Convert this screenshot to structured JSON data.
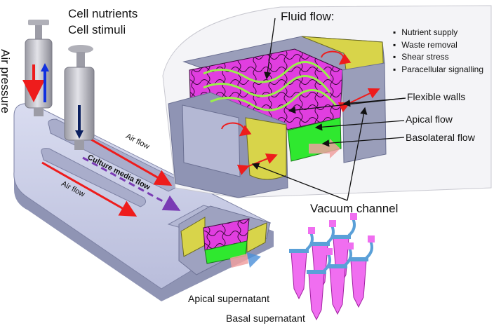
{
  "labels": {
    "cell_nutrients": "Cell nutrients",
    "cell_stimuli": "Cell stimuli",
    "air_pressure": "Air pressure",
    "fluid_flow": "Fluid flow:",
    "flexible_walls": "Flexible walls",
    "apical_flow": "Apical flow",
    "basolateral_flow": "Basolateral flow",
    "vacuum_channel": "Vacuum channel",
    "air_flow_top": "Air flow",
    "air_flow_bottom": "Air flow",
    "culture_media_flow": "Culture media flow",
    "apical_supernatant": "Apical supernatant",
    "basal_supernatant": "Basal supernatant"
  },
  "fluid_flow_items": [
    "Nutrient supply",
    "Waste removal",
    "Shear stress",
    "Paracellular signalling"
  ],
  "colors": {
    "device_body": "#c9cde6",
    "device_shadow": "#8f94b4",
    "channel_wall_yellow": "#d8d44a",
    "cell_layer_magenta": "#e13ee0",
    "basolateral_green": "#2fe82f",
    "air_arrow_red": "#ee1c1c",
    "syringe_arrow_blue": "#1030e0",
    "syringe_arrow_navy": "#0b2060",
    "media_arrow_purple": "#7a3bb4",
    "tube_magenta": "#f06ef0",
    "tube_cap_blue": "#5aa0d8"
  }
}
